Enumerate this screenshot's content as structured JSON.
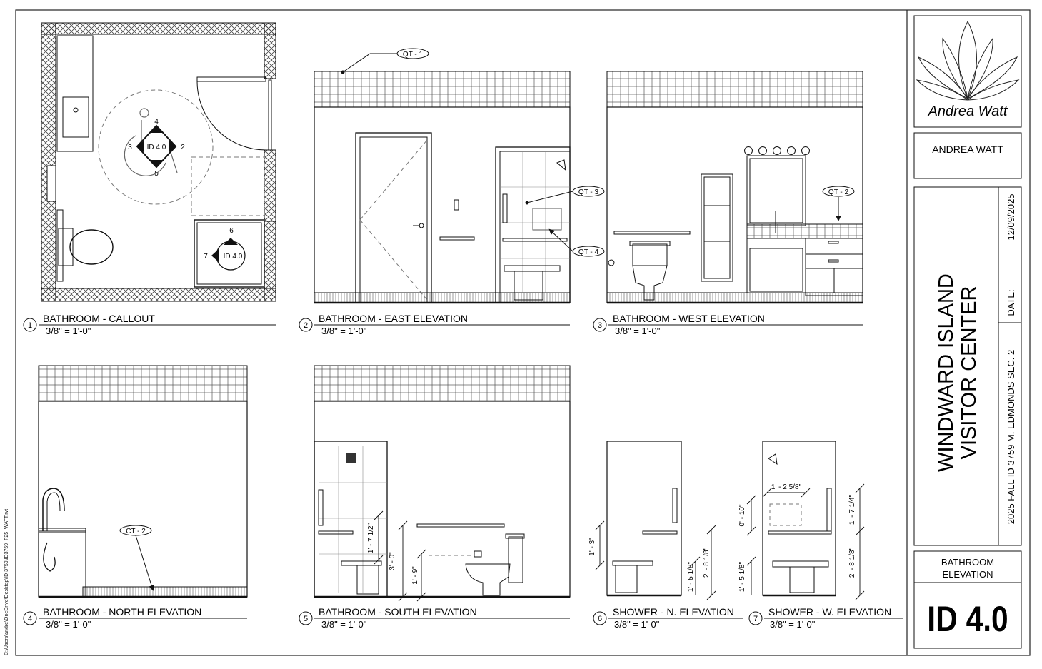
{
  "file_path": "C:\\Users\\andre\\OneDrive\\Desktop\\ID 3759\\ID3759_F25_WATT.rvt",
  "views": [
    {
      "number": "1",
      "title": "BATHROOM - CALLOUT",
      "scale": "3/8\" = 1'-0\""
    },
    {
      "number": "2",
      "title": "BATHROOM - EAST ELEVATION",
      "scale": "3/8\" = 1'-0\""
    },
    {
      "number": "3",
      "title": "BATHROOM - WEST ELEVATION",
      "scale": "3/8\" = 1'-0\""
    },
    {
      "number": "4",
      "title": "BATHROOM - NORTH ELEVATION",
      "scale": "3/8\" = 1'-0\""
    },
    {
      "number": "5",
      "title": "BATHROOM - SOUTH ELEVATION",
      "scale": "3/8\" = 1'-0\""
    },
    {
      "number": "6",
      "title": "SHOWER - N. ELEVATION",
      "scale": "3/8\" = 1'-0\""
    },
    {
      "number": "7",
      "title": "SHOWER - W. ELEVATION",
      "scale": "3/8\" = 1'-0\""
    }
  ],
  "plan_tags": {
    "main": {
      "sheet": "ID 4.0",
      "n": "4",
      "e": "2",
      "s": "5",
      "w": "3"
    },
    "shower": {
      "sheet": "ID 4.0",
      "n": "6",
      "w": "7"
    }
  },
  "material_tags": {
    "qt1": "QT - 1",
    "qt2": "QT - 2",
    "qt3": "QT - 3",
    "qt4": "QT - 4",
    "ct2": "CT - 2"
  },
  "dimensions": {
    "south_1": "1' - 7 1/2\"",
    "south_2": "3' - 0\"",
    "south_3": "1' - 9\"",
    "shn_1": "1' - 3\"",
    "shn_2": "1' - 5 1/8\"",
    "shn_3": "2' - 8 1/8\"",
    "shw_1": "1' - 2 5/8\"",
    "shw_2": "0' - 10\"",
    "shw_3": "1' - 7 1/4\"",
    "shw_4": "1' - 5 1/8\"",
    "shw_5": "2' - 8 1/8\""
  },
  "title_block": {
    "logo_signature": "Andrea Watt",
    "designer": "ANDREA WATT",
    "project_line1": "WINDWARD ISLAND",
    "project_line2": "VISITOR CENTER",
    "course": "2025 FALL ID 3759 M. EDMONDS SEC. 2",
    "date_label": "DATE:",
    "date": "12/09/2025",
    "sheet_title": "BATHROOM ELEVATION",
    "sheet_number": "ID 4.0"
  },
  "colors": {
    "line": "#1a1a1a",
    "dashed": "#777777",
    "hatch": "#444444"
  }
}
